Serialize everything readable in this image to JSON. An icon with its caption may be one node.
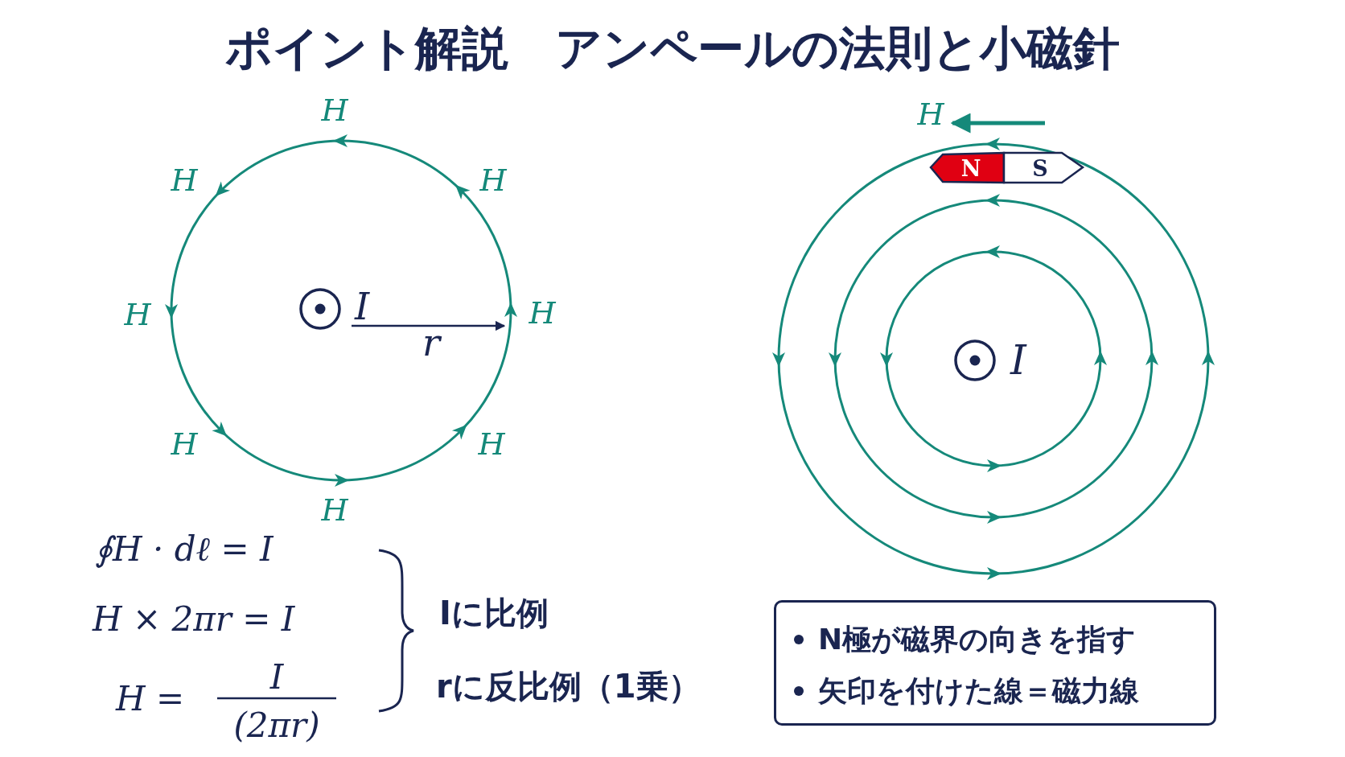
{
  "diagram": {
    "title": "ポイント解説　アンペールの法則と小磁針",
    "nodes": [
      {
        "text": [
          "N極が磁界の向きを指す",
          "矢印を付けた線＝磁力線"
        ]
      }
    ],
    "labels": [
      "H",
      "H",
      "N",
      "S",
      "H",
      "H",
      "H",
      "I",
      "H",
      "r",
      "I",
      "H",
      "H",
      "H",
      "∮H · dℓ = I",
      "H × 2πr = I",
      "Iに比例",
      "H =",
      "I",
      "rに反比例（1乗）",
      "(2πr)"
    ]
  }
}
